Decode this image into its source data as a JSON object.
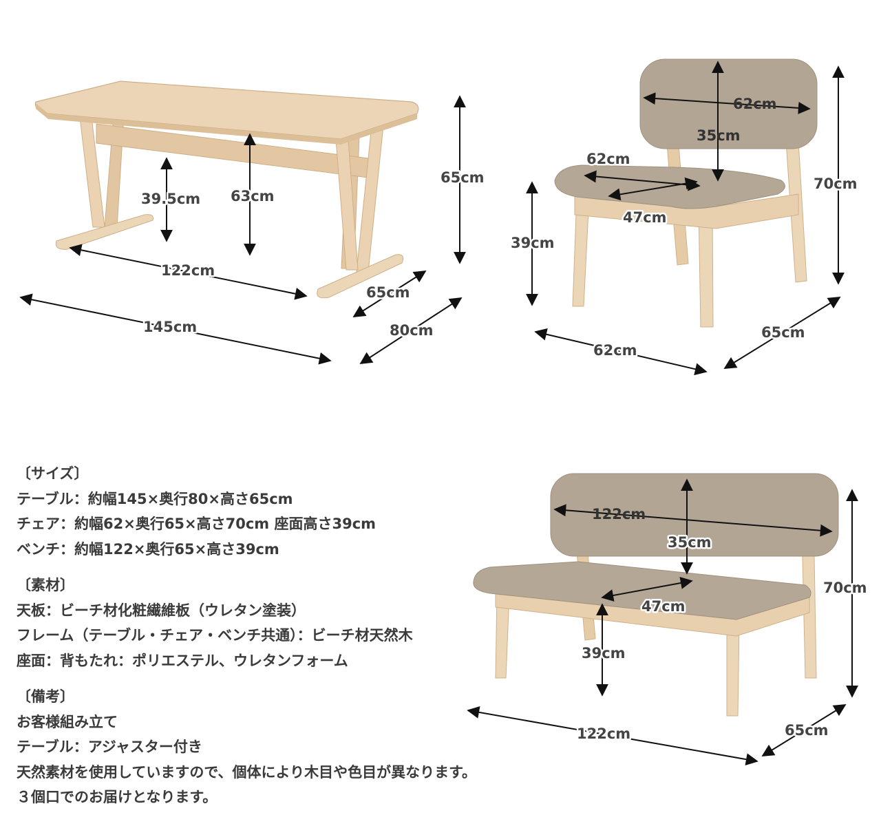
{
  "table": {
    "height_label": "65cm",
    "inner_height_label": "63cm",
    "leg_clearance_label": "39.5cm",
    "inner_width_label": "122cm",
    "width_label": "145cm",
    "inner_depth_label": "65cm",
    "depth_label": "80cm"
  },
  "chair": {
    "back_width_label": "62cm",
    "back_height_label": "35cm",
    "seat_width_label": "62cm",
    "seat_depth_label": "47cm",
    "seat_height_label": "39cm",
    "height_label": "70cm",
    "width_label": "62cm",
    "depth_label": "65cm"
  },
  "bench": {
    "back_width_label": "122cm",
    "back_height_label": "35cm",
    "seat_depth_label": "47cm",
    "seat_height_label": "39cm",
    "height_label": "70cm",
    "width_label": "122cm",
    "depth_label": "65cm"
  },
  "spec": {
    "size": {
      "heading": "〔サイズ〕",
      "lines": [
        "テーブル：約幅145×奥行80×高さ65cm",
        "チェア：約幅62×奥行65×高さ70cm 座面高さ39cm",
        "ベンチ：約幅122×奥行65×高さ39cm"
      ]
    },
    "material": {
      "heading": "〔素材〕",
      "lines": [
        "天板：ビーチ材化粧繊維板（ウレタン塗装）",
        "フレーム（テーブル・チェア・ベンチ共通）：ビーチ材天然木",
        "座面：背もたれ：ポリエステル、ウレタンフォーム"
      ]
    },
    "notes": {
      "heading": "〔備考〕",
      "lines": [
        "お客様組み立て",
        "テーブル：アジャスター付き",
        "天然素材を使用していますので、個体により木目や色目が異なります。",
        "３個口でのお届けとなります。"
      ]
    }
  },
  "colors": {
    "wood": "#e8cfae",
    "wood_dark": "#d9b98f",
    "fabric": "#b3a594",
    "fabric_dark": "#a09280",
    "arrow": "#111111"
  }
}
